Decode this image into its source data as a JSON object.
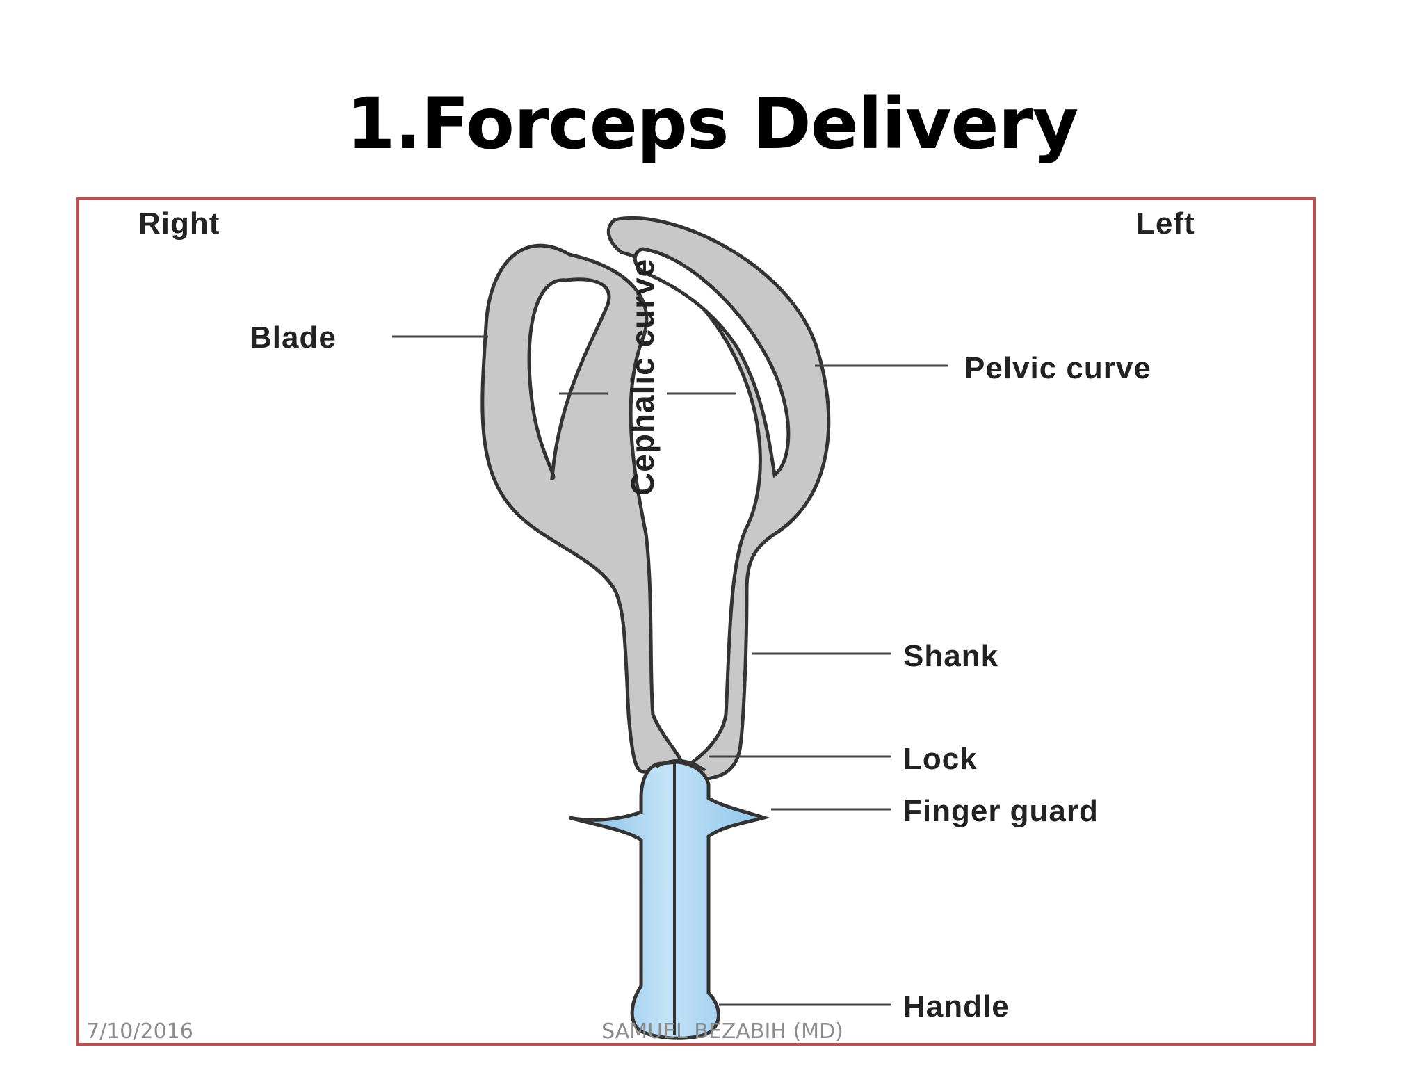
{
  "slide": {
    "title": "1.Forceps Delivery"
  },
  "diagram": {
    "side_right": "Right",
    "side_left": "Left",
    "labels": {
      "blade": "Blade",
      "cephalic_curve": "Cephalic curve",
      "pelvic_curve": "Pelvic curve",
      "shank": "Shank",
      "lock": "Lock",
      "finger_guard": "Finger guard",
      "handle": "Handle"
    },
    "colors": {
      "blade_fill": "#c8c8c8",
      "handle_fill": "#a9d4f0",
      "frame_border": "#c0504d"
    }
  },
  "footer": {
    "date": "7/10/2016",
    "author": "SAMUEL BEZABIH (MD)"
  }
}
